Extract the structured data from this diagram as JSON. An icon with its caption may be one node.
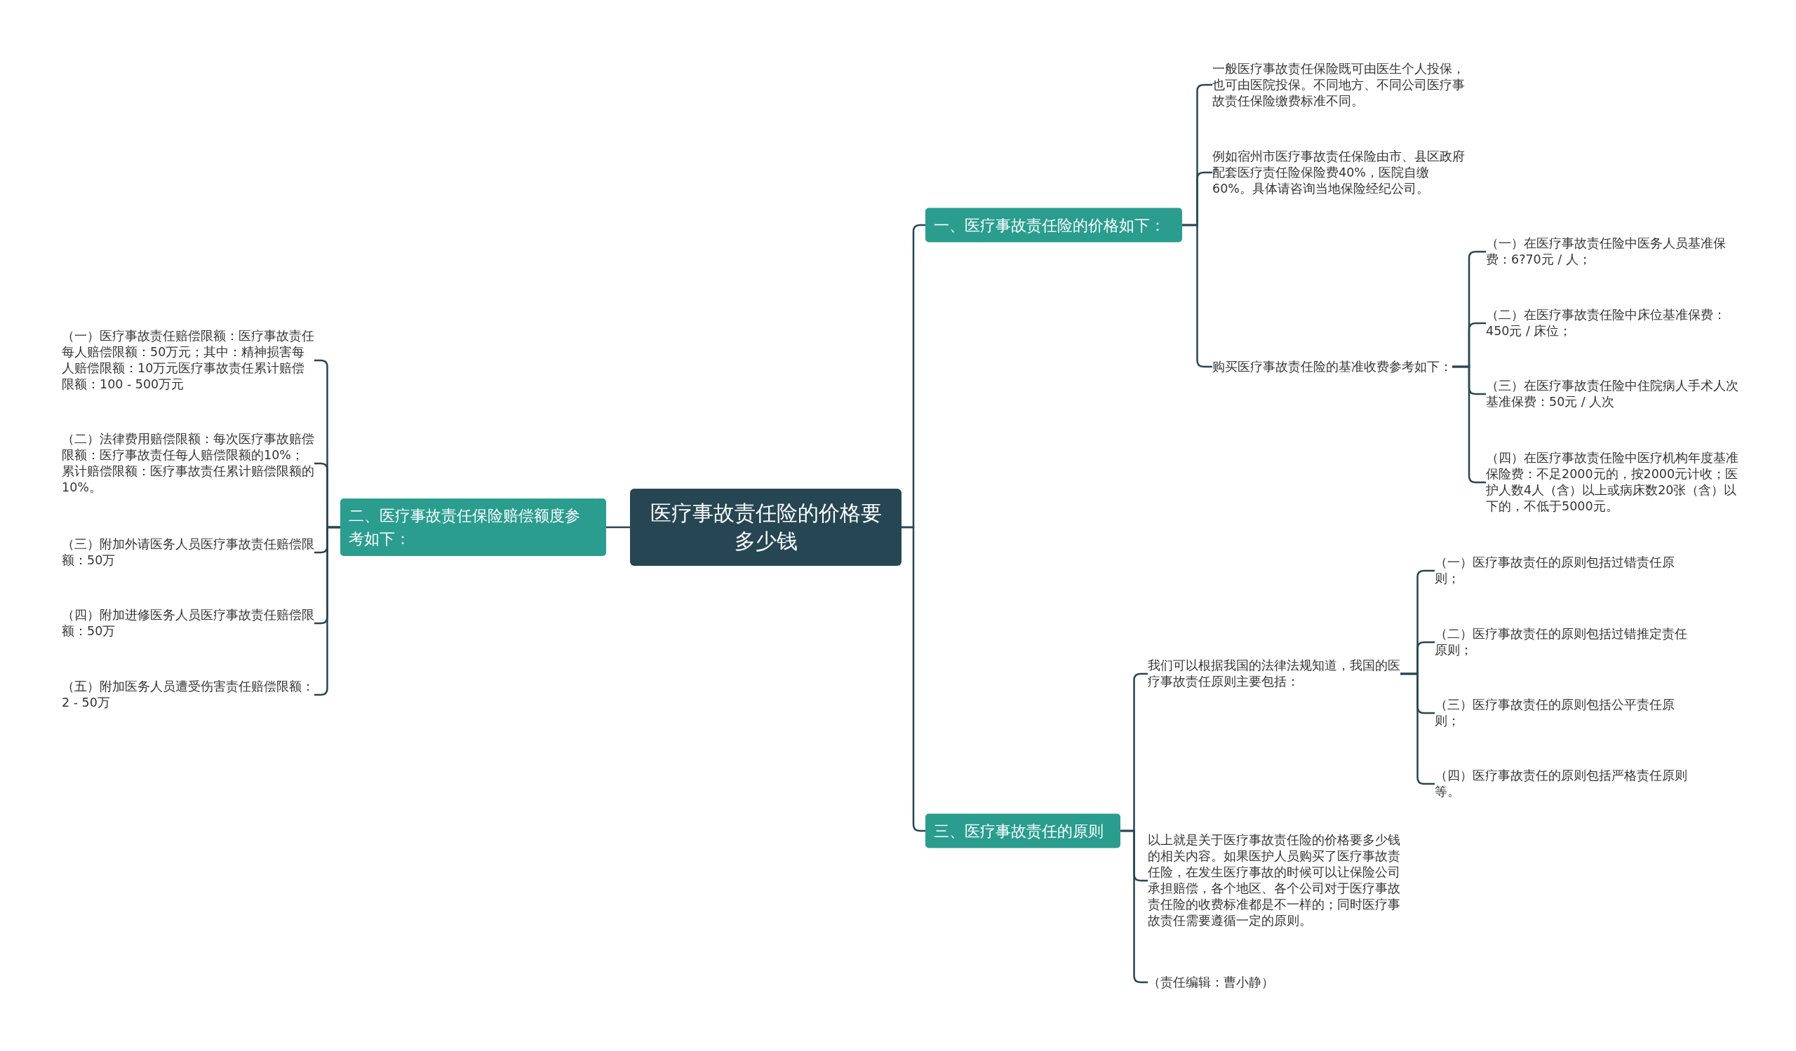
{
  "diagram": {
    "nodes": [
      {
        "text": [
          "医疗事故责任险的价格要多少钱"
        ]
      },
      {
        "text": [
          "一、医疗事故责任险的价格如下："
        ]
      },
      {
        "text": [
          "一般医疗事故责任保险既可由医生个人投保，也可由医院投保。不同地方、不同公司医疗事故责任保险缴费标准不同。"
        ]
      },
      {
        "text": [
          "例如宿州市医疗事故责任保险由市、县区政府配套医疗责任险保险费40%，医院自缴60%。具体请咨询当地保险经纪公司。"
        ]
      },
      {
        "text": [
          "购买医疗事故责任险的基准收费参考如下："
        ]
      },
      {
        "text": [
          "（一）在医疗事故责任险中医务人员基准保费：6?70元 / 人；"
        ]
      },
      {
        "text": [
          "（二）在医疗事故责任险中床位基准保费：450元 / 床位；"
        ]
      },
      {
        "text": [
          "（三）在医疗事故责任险中住院病人手术人次基准保费：50元 / 人次"
        ]
      },
      {
        "text": [
          "（四）在医疗事故责任险中医疗机构年度基准保险费：不足2000元的，按2000元计收；医护人数4人（含）以上或病床数20张（含）以下的，不低于5000元。"
        ]
      },
      {
        "text": [
          "二、医疗事故责任保险赔偿额度参考如下："
        ]
      },
      {
        "text": [
          "（一）医疗事故责任赔偿限额：医疗事故责任每人赔偿限额：50万元；其中：精神损害每人赔偿限额：10万元医疗事故责任累计赔偿限额：100 - 500万元"
        ]
      },
      {
        "text": [
          "（二）法律费用赔偿限额：每次医疗事故赔偿限额：医疗事故责任每人赔偿限额的10%；累计赔偿限额：医疗事故责任累计赔偿限额的10%。"
        ]
      },
      {
        "text": [
          "（三）附加外请医务人员医疗事故责任赔偿限额：50万"
        ]
      },
      {
        "text": [
          "（四）附加进修医务人员医疗事故责任赔偿限额：50万"
        ]
      },
      {
        "text": [
          "（五）附加医务人员遭受伤害责任赔偿限额：2 - 50万"
        ]
      },
      {
        "text": [
          "三、医疗事故责任的原则"
        ]
      },
      {
        "text": [
          "我们可以根据我国的法律法规知道，我国的医疗事故责任原则主要包括："
        ]
      },
      {
        "text": [
          "（一）医疗事故责任的原则包括过错责任原则；"
        ]
      },
      {
        "text": [
          "（二）医疗事故责任的原则包括过错推定责任原则；"
        ]
      },
      {
        "text": [
          "（三）医疗事故责任的原则包括公平责任原则；"
        ]
      },
      {
        "text": [
          "（四）医疗事故责任的原则包括严格责任原则等。"
        ]
      },
      {
        "text": [
          "以上就是关于医疗事故责任险的价格要多少钱的相关内容。如果医护人员购买了医疗事故责任险，在发生医疗事故的时候可以让保险公司承担赔偿，各个地区、各个公司对于医疗事故责任险的收费标准都是不一样的；同时医疗事故责任需要遵循一定的原则。"
        ]
      },
      {
        "text": [
          "（责任编辑：曹小静）"
        ]
      }
    ],
    "edges": [
      {
        "from": 0,
        "to": 1,
        "arrow": "none"
      },
      {
        "from": 1,
        "to": 2,
        "arrow": "none"
      },
      {
        "from": 1,
        "to": 3,
        "arrow": "none"
      },
      {
        "from": 1,
        "to": 4,
        "arrow": "none"
      },
      {
        "from": 4,
        "to": 5,
        "arrow": "none"
      },
      {
        "from": 4,
        "to": 6,
        "arrow": "none"
      },
      {
        "from": 4,
        "to": 7,
        "arrow": "none"
      },
      {
        "from": 4,
        "to": 8,
        "arrow": "none"
      },
      {
        "from": 0,
        "to": 9,
        "arrow": "none"
      },
      {
        "from": 9,
        "to": 10,
        "arrow": "none"
      },
      {
        "from": 9,
        "to": 11,
        "arrow": "none"
      },
      {
        "from": 9,
        "to": 12,
        "arrow": "none"
      },
      {
        "from": 9,
        "to": 13,
        "arrow": "none"
      },
      {
        "from": 9,
        "to": 14,
        "arrow": "none"
      },
      {
        "from": 0,
        "to": 15,
        "arrow": "none"
      },
      {
        "from": 15,
        "to": 16,
        "arrow": "none"
      },
      {
        "from": 16,
        "to": 17,
        "arrow": "none"
      },
      {
        "from": 16,
        "to": 18,
        "arrow": "none"
      },
      {
        "from": 16,
        "to": 19,
        "arrow": "none"
      },
      {
        "from": 16,
        "to": 20,
        "arrow": "none"
      },
      {
        "from": 15,
        "to": 21,
        "arrow": "none"
      },
      {
        "from": 15,
        "to": 22,
        "arrow": "none"
      }
    ]
  }
}
